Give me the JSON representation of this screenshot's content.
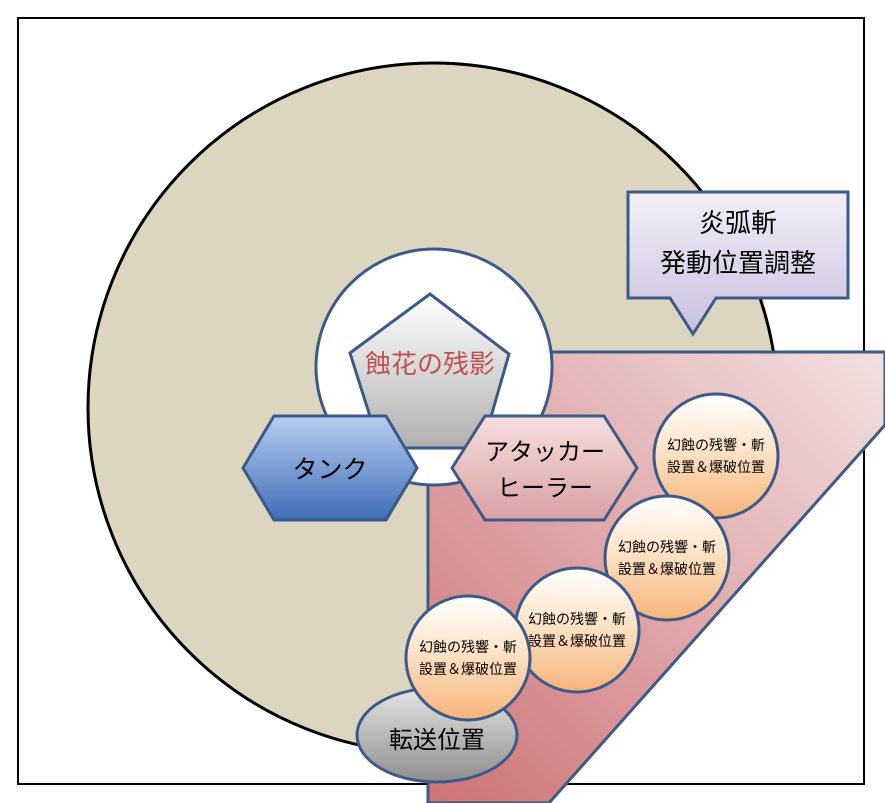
{
  "callout": {
    "line1": "炎弧斬",
    "line2": "発動位置調整"
  },
  "boss": {
    "label": "蝕花の残影"
  },
  "tank": {
    "label": "タンク"
  },
  "dps_healer": {
    "line1": "アタッカー",
    "line2": "ヒーラー"
  },
  "markers": [
    {
      "line1": "幻蝕の残響・斬",
      "line2": "設置＆爆破位置"
    },
    {
      "line1": "幻蝕の残響・斬",
      "line2": "設置＆爆破位置"
    },
    {
      "line1": "幻蝕の残響・斬",
      "line2": "設置＆爆破位置"
    },
    {
      "line1": "幻蝕の残響・斬",
      "line2": "設置＆爆破位置"
    }
  ],
  "transfer": {
    "label": "転送位置"
  },
  "colors": {
    "arena": "#dcd5bf",
    "zone_light": "#f2dcdc",
    "zone_dark": "#d07c80",
    "blue": "#4a78c0",
    "marker": "#fbc99a",
    "callout": "#c8c0dc",
    "boss_text": "#c0504d"
  }
}
